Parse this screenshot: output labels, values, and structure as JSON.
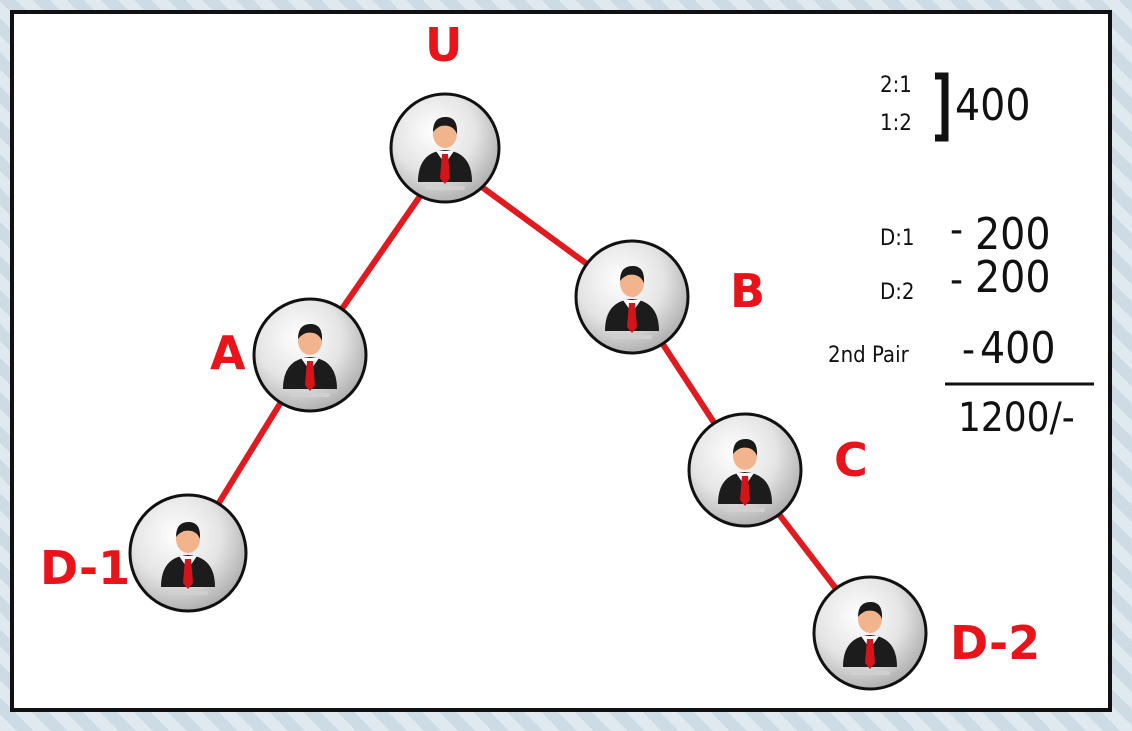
{
  "nodes": {
    "u": {
      "label": "U"
    },
    "a": {
      "label": "A"
    },
    "b": {
      "label": "B"
    },
    "c": {
      "label": "C"
    },
    "d1": {
      "label": "D-1"
    },
    "d2": {
      "label": "D-2"
    }
  },
  "calculation": {
    "ratio_top": "2:1",
    "ratio_bottom": "1:2",
    "ratio_value": "400",
    "d1_label": "D:1",
    "d1_dash": "-",
    "d1_value": "200",
    "d2_label": "D:2",
    "d2_dash": "-",
    "d2_value": "200",
    "pair_label": "2nd Pair",
    "pair_dash": "-",
    "pair_value": "400",
    "total": "1200/-"
  },
  "colors": {
    "connector": "#e01a1f",
    "label": "#e8141a"
  }
}
